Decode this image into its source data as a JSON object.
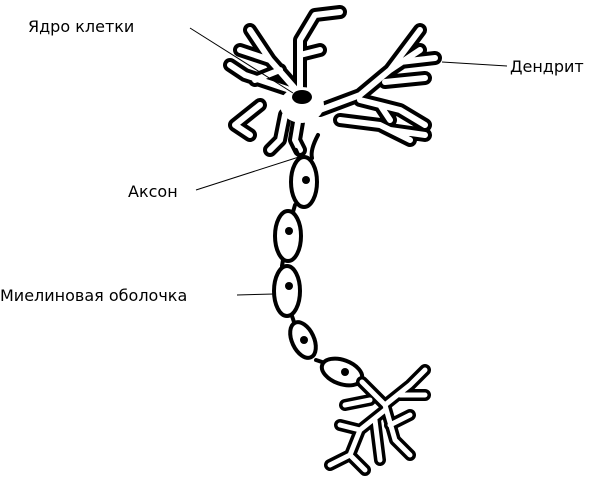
{
  "labels": {
    "nucleus": "Ядро клетки",
    "dendrite": "Дендрит",
    "axon": "Аксон",
    "myelin": "Миелиновая оболочка"
  }
}
